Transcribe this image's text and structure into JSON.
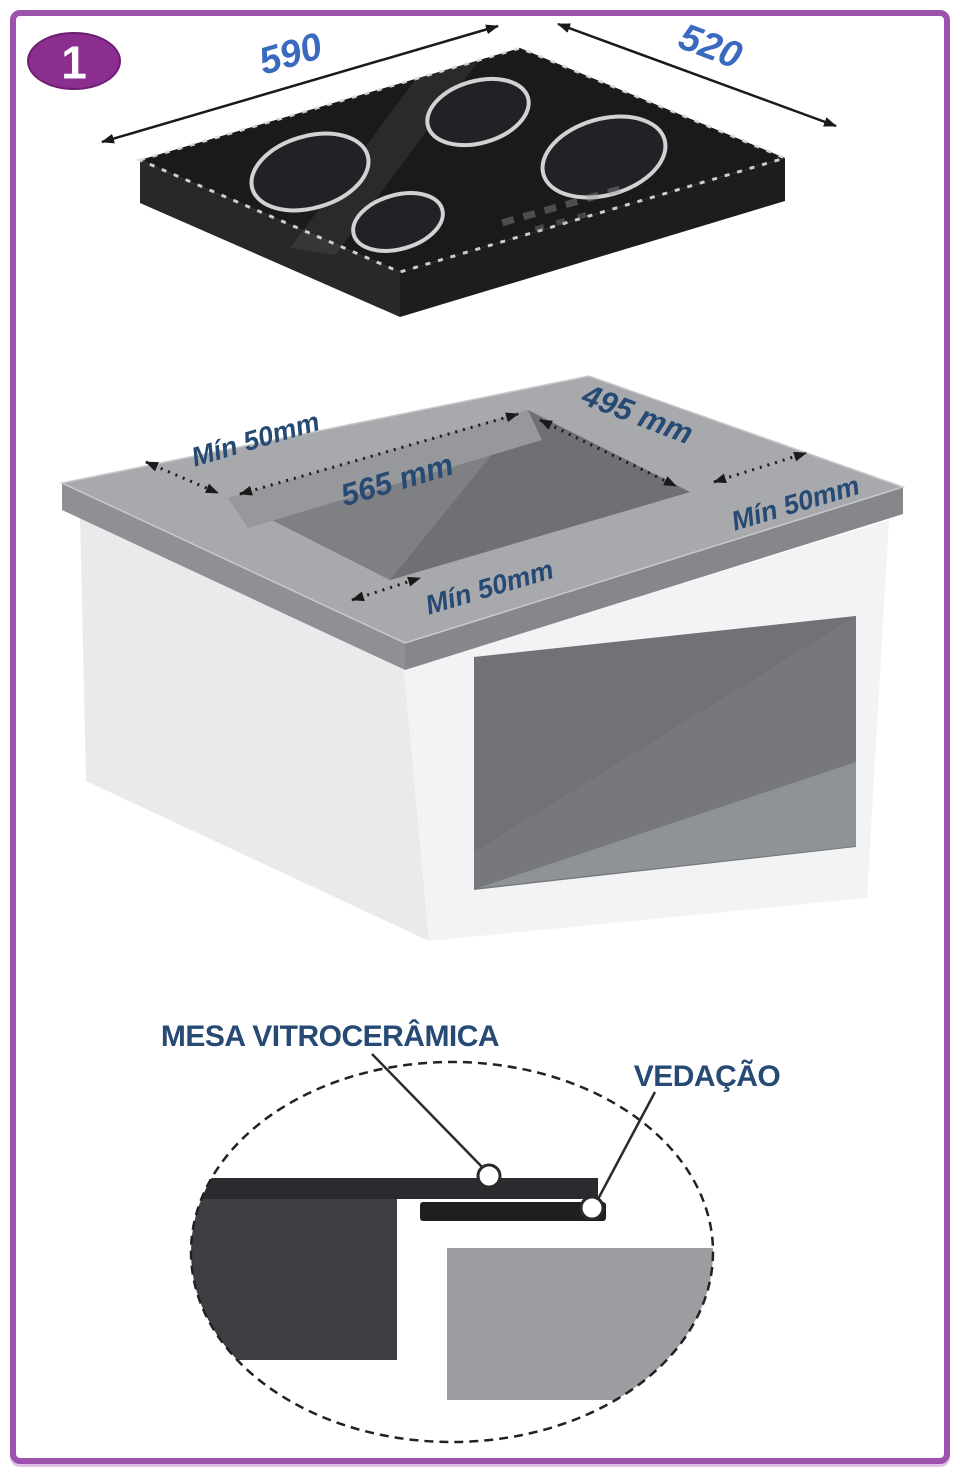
{
  "step_badge": "1",
  "cooktop": {
    "width": "590",
    "depth": "520"
  },
  "cutout": {
    "margin_top_left": "Mín 50mm",
    "width": "565 mm",
    "depth": "495 mm",
    "margin_right": "Mín 50mm",
    "margin_front": "Mín 50mm"
  },
  "detail": {
    "glass_label": "MESA VITROCERÂMICA",
    "seal_label": "VEDAÇÃO"
  },
  "colors": {
    "frame_purple": "#9d52ae",
    "badge_purple": "#8c2d90",
    "dimension_blue": "#3a6abf",
    "label_navy": "#264a73",
    "glass_black": "#1a1a1c",
    "counter_gray": "#a7a9ac",
    "cabinet_white": "#eceded"
  }
}
